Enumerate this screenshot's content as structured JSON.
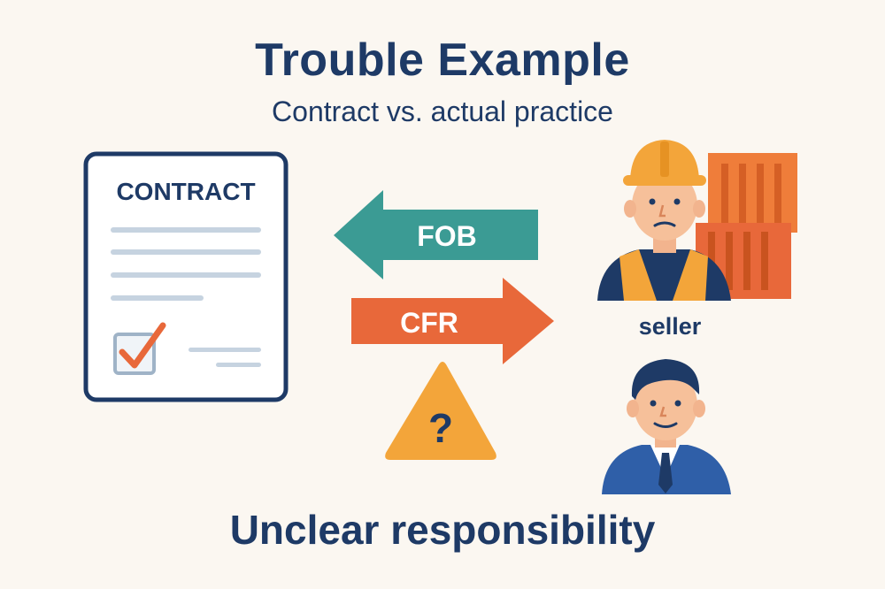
{
  "title": "Trouble Example",
  "subtitle": "Contract vs. actual practice",
  "contract": {
    "heading": "CONTRACT"
  },
  "arrows": {
    "fob": {
      "label": "FOB",
      "color": "#3b9b94"
    },
    "cfr": {
      "label": "CFR",
      "color": "#e8683a"
    }
  },
  "warning": {
    "symbol": "?",
    "color": "#f3a53a",
    "icon": "warning-triangle-icon"
  },
  "seller": {
    "label": "seller",
    "icon": "construction-worker-icon"
  },
  "buyer": {
    "icon": "businessman-icon"
  },
  "cargo": {
    "icon": "shipping-container-icon"
  },
  "footer": "Unclear responsibility",
  "colors": {
    "navy": "#1e3a66",
    "background": "#fbf7f1"
  }
}
